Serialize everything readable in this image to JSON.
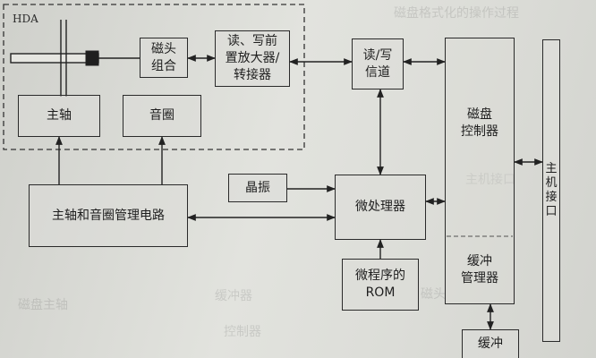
{
  "hda_label": "HDA",
  "blocks": {
    "head": "磁头\n组合",
    "preamp": "读、写前\n置放大器/\n转接器",
    "channel": "读/写\n信道",
    "spindle": "主轴",
    "voice_coil": "音圈",
    "motor_ctrl": "主轴和音圈管理电路",
    "crystal": "晶振",
    "mpu": "微处理器",
    "rom": "微程序的\nROM",
    "disk_ctrl": "磁盘\n控制器",
    "buffer_mgr": "缓冲\n管理器",
    "host_if": "主\n机\n接\n口",
    "buffer": "缓冲"
  },
  "bleed_text": [
    "磁盘格式化的操作过程",
    "主机接口",
    "磁头",
    "缓冲器",
    "磁盘主轴",
    "控制器"
  ]
}
